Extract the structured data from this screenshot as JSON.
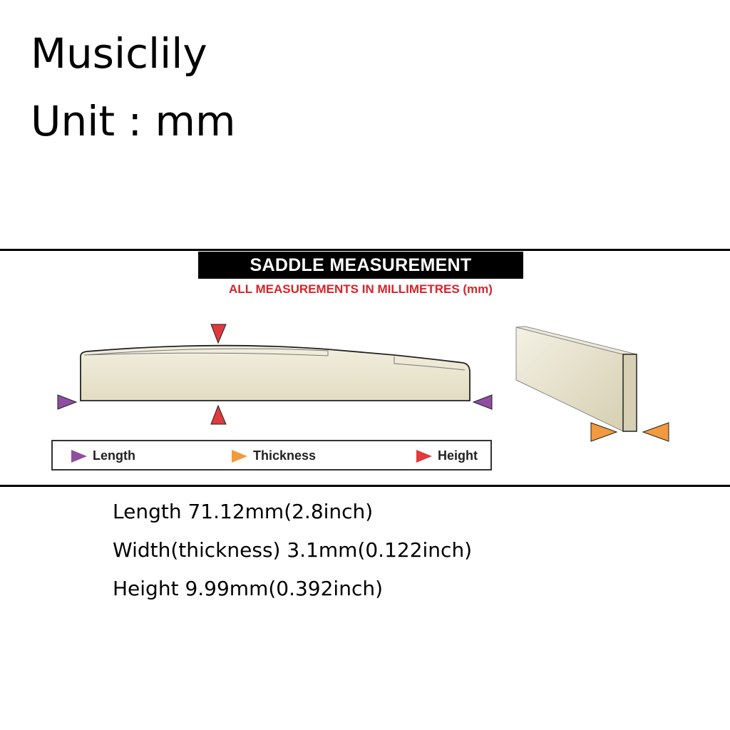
{
  "header": {
    "brand": "Musiclily",
    "unit_label": "Unit : mm"
  },
  "diagram": {
    "banner_title": "SADDLE MEASUREMENT",
    "subtitle": "ALL MEASUREMENTS IN MILLIMETRES (mm)",
    "legend": {
      "length": "Length",
      "thickness": "Thickness",
      "height": "Height"
    },
    "colors": {
      "length": "#8e4fa0",
      "thickness": "#f19a3e",
      "height": "#e0393e",
      "saddle_fill": "#ece8d4",
      "banner": "#000000",
      "subtitle": "#d8232a"
    }
  },
  "specs": {
    "length": "Length 71.12mm(2.8inch)",
    "width": "Width(thickness) 3.1mm(0.122inch)",
    "height": "Height 9.99mm(0.392inch)"
  }
}
